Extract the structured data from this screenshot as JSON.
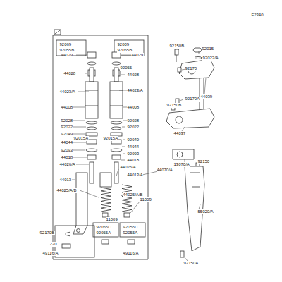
{
  "diagram": {
    "labels": [
      "F2340",
      "92069",
      "92055B",
      "92009",
      "92055B",
      "44029",
      "44029",
      "92055",
      "44028",
      "44028",
      "44023/A",
      "44023/A",
      "44008",
      "44008",
      "92028",
      "92028",
      "92022",
      "92022",
      "92049",
      "92015A",
      "92015A",
      "92049",
      "44044",
      "44044",
      "92093",
      "92093",
      "44018",
      "44018",
      "44026/A",
      "44026/A",
      "44013",
      "44070/A",
      "44013/A",
      "44025/A/B",
      "44025/A/B",
      "11009",
      "11009",
      "92055C",
      "92055A",
      "92055C",
      "92055A",
      "92170B",
      "220",
      "49116/A",
      "49116/A",
      "92150B",
      "92015",
      "92022/A",
      "92170",
      "44039",
      "92170A",
      "92150B",
      "44037",
      "13070/A",
      "92150",
      "55020/A",
      "92150A"
    ]
  }
}
